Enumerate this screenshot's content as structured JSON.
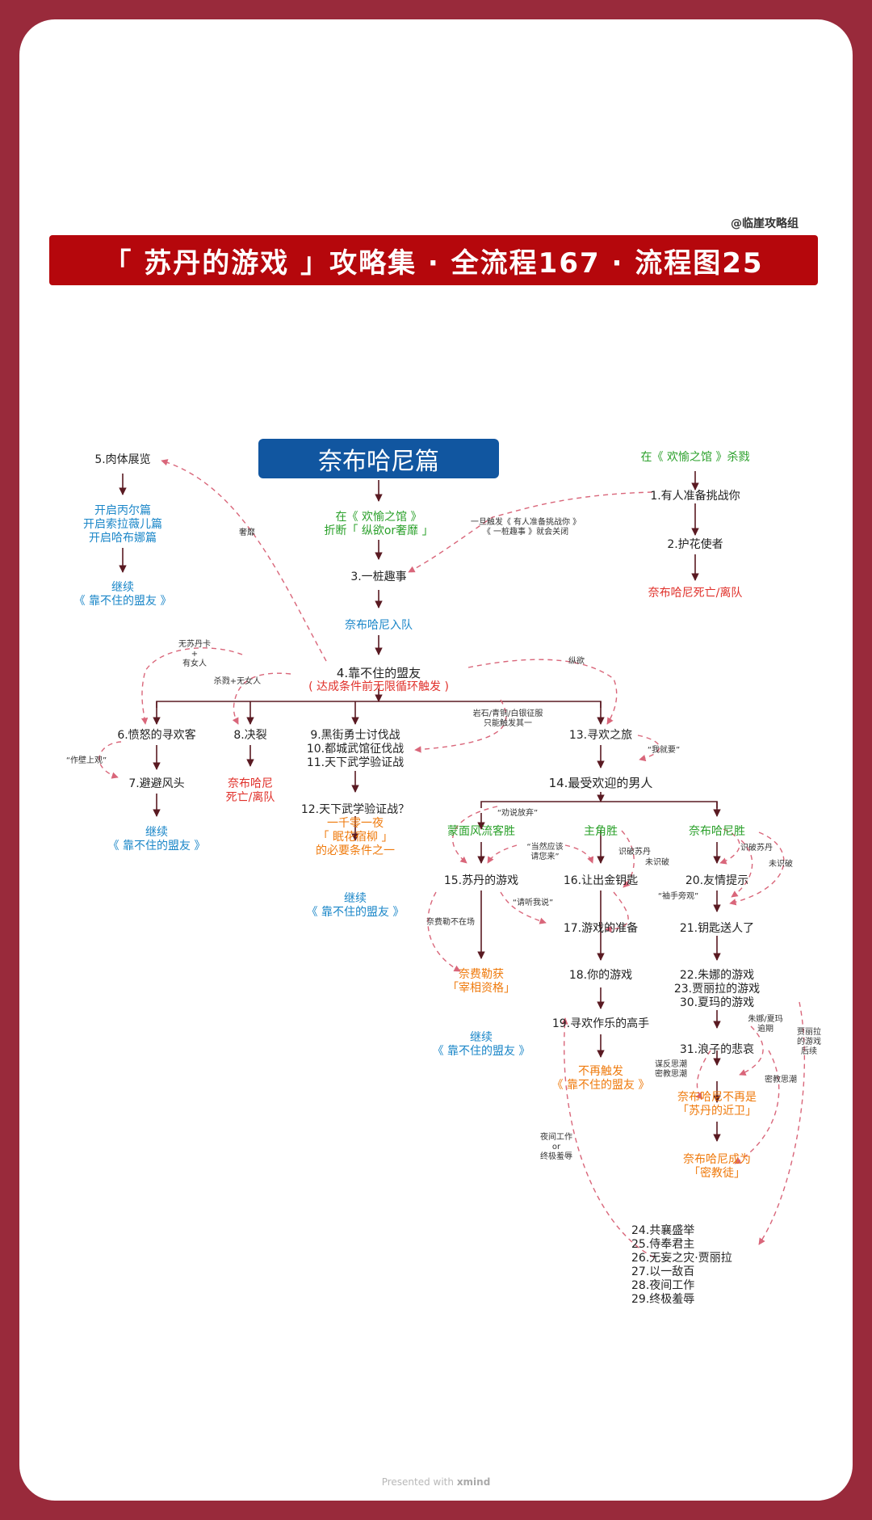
{
  "credit": "@临崖攻略组",
  "banner": "「 苏丹的游戏 」攻略集 · 全流程167 · 流程图25",
  "section_title": "奈布哈尼篇",
  "footer": {
    "prefix": "Presented with ",
    "brand": "xmind"
  },
  "nodes": {
    "n5": "5.肉体展览",
    "open_lines": [
      "开启丙尔篇",
      "开启索拉薇儿篇",
      "开启哈布娜篇"
    ],
    "cont1": [
      "继续",
      "《 靠不住的盟友 》"
    ],
    "she_mi": "奢靡",
    "zhehuan": [
      "在《 欢愉之馆 》",
      "折断「 纵欲or奢靡 」"
    ],
    "n3": "3.一桩趣事",
    "trigger_note": [
      "一旦触发《 有人准备挑战你 》",
      "《 一桩趣事 》就会关闭"
    ],
    "kill_zone": "在《 欢愉之馆 》杀戮",
    "n1": "1.有人准备挑战你",
    "n2": "2.护花使者",
    "dead1": "奈布哈尼死亡/离队",
    "join": "奈布哈尼入队",
    "no_card": [
      "无苏丹卡",
      "+",
      "有女人"
    ],
    "kill_no_woman": "杀戮+无女人",
    "n4": "4.靠不住的盟友",
    "n4_note": "( 达成条件前无限循环触发 )",
    "zongyu": "纵欲",
    "armor_note": [
      "岩石/青铜/白银征服",
      "只能触发其一"
    ],
    "n6": "6.愤怒的寻欢客",
    "wall_note": "“作壁上观”",
    "n7": "7.避避风头",
    "cont2": [
      "继续",
      "《 靠不住的盟友 》"
    ],
    "n8": "8.决裂",
    "dead2": [
      "奈布哈尼",
      "死亡/离队"
    ],
    "n9_11": [
      "9.黑街勇士讨伐战",
      "10.都城武馆征伐战",
      "11.天下武学验证战"
    ],
    "n12": "12.天下武学验证战？",
    "n12_note": [
      "一千零一夜",
      "「 眠花宿柳 」",
      "的必要条件之一"
    ],
    "cont3": [
      "继续",
      "《 靠不住的盟友 》"
    ],
    "n13": "13.寻欢之旅",
    "jiuyao": "“我就要”",
    "n14": "14.最受欢迎的男人",
    "quanshuo": "“劝说放弃”",
    "b_mask": "蒙面风流客胜",
    "b_hero": "主角胜",
    "b_naibu": "奈布哈尼胜",
    "dangran": [
      "“当然应该",
      "请您来”"
    ],
    "shipo1": "识破苏丹",
    "weishipo1": "未识破",
    "shipo2": "识破苏丹",
    "weishipo2": "未识破",
    "n15": "15.苏丹的游戏",
    "n16": "16.让出金钥匙",
    "n20": "20.友情提示",
    "xiushou": "“袖手旁观”",
    "qingting": "“请听我说”",
    "nai_fei_absent": "奈费勒不在场",
    "n17": "17.游戏的准备",
    "n21": "21.钥匙送人了",
    "feile": [
      "奈费勒获",
      "「宰相资格」"
    ],
    "n18": "18.你的游戏",
    "n22_30": [
      "22.朱娜的游戏",
      "23.贾丽拉的游戏",
      "30.夏玛的游戏"
    ],
    "overdue": [
      "朱娜/夏玛",
      "逾期"
    ],
    "jiali_later": [
      "贾丽拉",
      "的游戏",
      "后续"
    ],
    "cont4": [
      "继续",
      "《 靠不住的盟友 》"
    ],
    "n19": "19.寻欢作乐的高手",
    "n31": "31.浪子的悲哀",
    "no_more": [
      "不再触发",
      "《 靠不住的盟友 》"
    ],
    "betray_note": [
      "谋反思潮",
      "密教思潮"
    ],
    "secret_note": "密教思潮",
    "not_guard": [
      "奈布哈尼不再是",
      "「苏丹的近卫」"
    ],
    "cultist": [
      "奈布哈尼成为",
      "「密教徒」"
    ],
    "night_note": [
      "夜间工作",
      "or",
      "终极羞辱"
    ],
    "n24_29": [
      "24.共襄盛举",
      "25.侍奉君主",
      "26.无妄之灾·贾丽拉",
      "27.以一敌百",
      "28.夜间工作",
      "29.终极羞辱"
    ]
  },
  "colors": {
    "frame": "#992a3b",
    "banner": "#b5070c",
    "section": "#1156a0",
    "dashed": "#d9667a",
    "solid": "#5a1a22"
  }
}
